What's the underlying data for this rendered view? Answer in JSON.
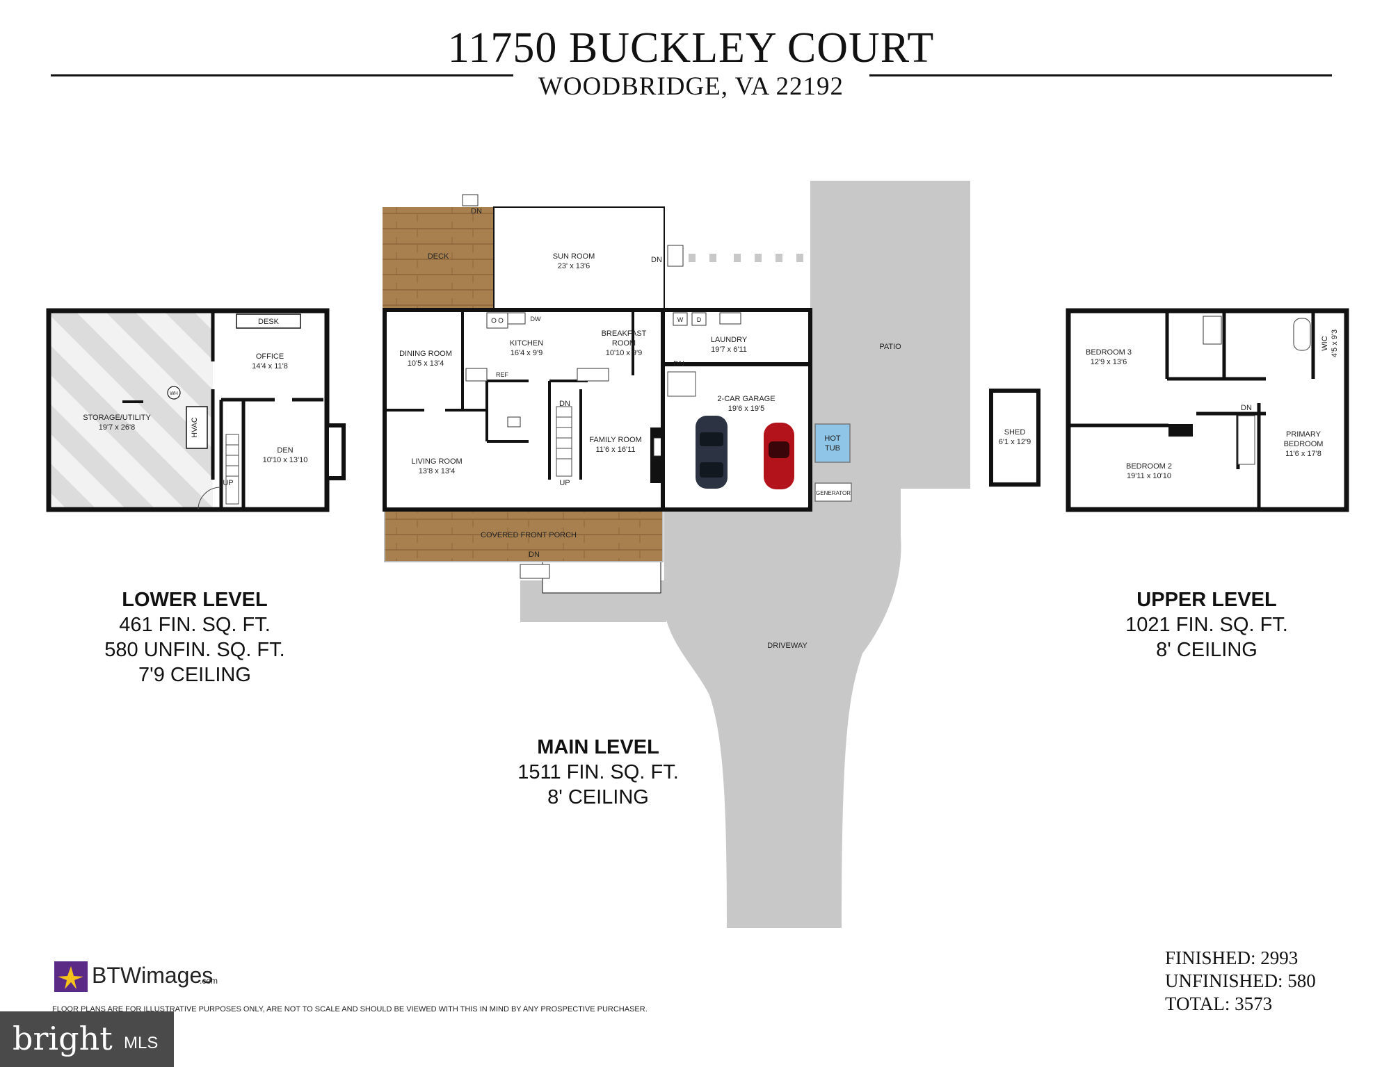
{
  "header": {
    "address": "11750 BUCKLEY COURT",
    "city_line": "WOODBRIDGE, VA 22192"
  },
  "levels": {
    "lower": {
      "name": "LOWER LEVEL",
      "fin": "461 FIN. SQ. FT.",
      "unfin": "580 UNFIN. SQ. FT.",
      "ceiling": "7'9 CEILING"
    },
    "main": {
      "name": "MAIN LEVEL",
      "fin": "1511 FIN. SQ. FT.",
      "ceiling": "8' CEILING"
    },
    "upper": {
      "name": "UPPER LEVEL",
      "fin": "1021 FIN. SQ. FT.",
      "ceiling": "8' CEILING"
    }
  },
  "rooms": {
    "storage": {
      "name": "STORAGE/UTILITY",
      "dims": "19'7 x 26'8"
    },
    "office": {
      "name": "OFFICE",
      "dims": "14'4 x 11'8"
    },
    "den": {
      "name": "DEN",
      "dims": "10'10 x 13'10"
    },
    "desk": "DESK",
    "hvac": "HVAC",
    "wh": "WH",
    "deck": "DECK",
    "sun_room": {
      "name": "SUN ROOM",
      "dims": "23' x 13'6"
    },
    "dining_room": {
      "name": "DINING ROOM",
      "dims": "10'5 x 13'4"
    },
    "kitchen": {
      "name": "KITCHEN",
      "dims": "16'4 x 9'9"
    },
    "breakfast_room": {
      "name1": "BREAKFAST",
      "name2": "ROOM",
      "dims": "10'10 x 9'9"
    },
    "laundry": {
      "name": "LAUNDRY",
      "dims": "19'7 x 6'11"
    },
    "garage": {
      "name": "2-CAR GARAGE",
      "dims": "19'6 x 19'5"
    },
    "family_room": {
      "name": "FAMILY ROOM",
      "dims": "11'6 x 16'11"
    },
    "living_room": {
      "name": "LIVING ROOM",
      "dims": "13'8 x 13'4"
    },
    "porch": "COVERED FRONT PORCH",
    "patio": "PATIO",
    "hot_tub1": "HOT",
    "hot_tub2": "TUB",
    "generator": "GENERATOR",
    "shed": {
      "name": "SHED",
      "dims": "6'1 x 12'9"
    },
    "driveway": "DRIVEWAY",
    "bedroom3": {
      "name": "BEDROOM 3",
      "dims": "12'9 x 13'6"
    },
    "bedroom2": {
      "name": "BEDROOM 2",
      "dims": "19'11 x 10'10"
    },
    "primary": {
      "name1": "PRIMARY",
      "name2": "BEDROOM",
      "dims": "11'6 x 17'8"
    },
    "wic": {
      "name": "WIC",
      "dims": "4'5 x 9'3"
    },
    "dw": "DW",
    "ref": "REF",
    "w": "W",
    "d": "D"
  },
  "labels": {
    "up": "UP",
    "dn": "DN"
  },
  "totals": {
    "finished": "FINISHED: 2993",
    "unfinished": "UNFINISHED: 580",
    "total": "TOTAL: 3573"
  },
  "logo": {
    "brand": "BTWimages",
    "suffix": ".com"
  },
  "disclaimer": "FLOOR PLANS ARE FOR ILLUSTRATIVE PURPOSES ONLY, ARE NOT TO SCALE AND SHOULD BE VIEWED WITH THIS IN MIND BY ANY PROSPECTIVE PURCHASER.",
  "watermark": {
    "text": "bright",
    "suffix": "MLS"
  },
  "colors": {
    "wall": "#111111",
    "deck": "#a67c52",
    "concrete": "#c8c8c8",
    "hot_tub": "#8fc6e8",
    "logo_purple": "#5b2a86",
    "logo_yellow": "#f6c21c"
  }
}
